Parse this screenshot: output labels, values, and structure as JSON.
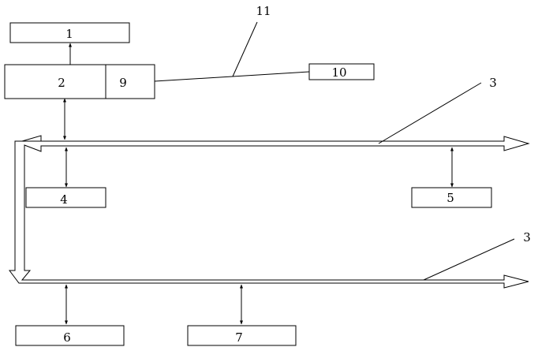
{
  "boxes": {
    "b1": "1",
    "b2": "2",
    "b9": "9",
    "b10": "10",
    "b4": "4",
    "b5": "5",
    "b6": "6",
    "b7": "7"
  },
  "callouts": {
    "c11": "11",
    "c3_top": "3",
    "c3_bottom": "3"
  }
}
